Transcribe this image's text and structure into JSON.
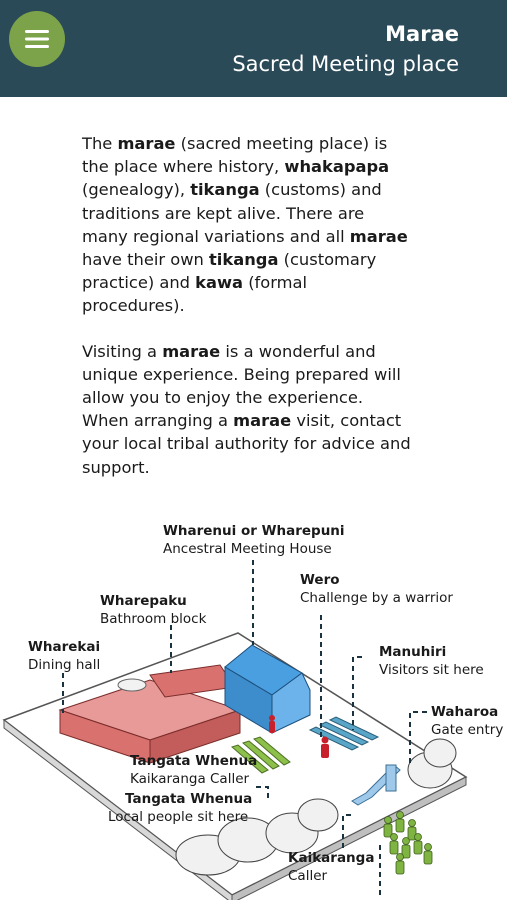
{
  "header": {
    "title": "Marae",
    "subtitle": "Sacred Meeting place",
    "menu_icon": "hamburger-menu-icon",
    "bg_color": "#2b4a58",
    "menu_color": "#7da34a"
  },
  "paragraphs": [
    [
      {
        "text": "The ",
        "bold": false
      },
      {
        "text": "marae",
        "bold": true
      },
      {
        "text": " (sacred meeting place) is the place where history, ",
        "bold": false
      },
      {
        "text": "whakapapa",
        "bold": true
      },
      {
        "text": " (genealogy), ",
        "bold": false
      },
      {
        "text": "tikanga",
        "bold": true
      },
      {
        "text": " (customs) and traditions are kept alive. There are many regional variations and all ",
        "bold": false
      },
      {
        "text": "marae",
        "bold": true
      },
      {
        "text": " have their own ",
        "bold": false
      },
      {
        "text": "tikanga",
        "bold": true
      },
      {
        "text": " (customary practice) and ",
        "bold": false
      },
      {
        "text": "kawa",
        "bold": true
      },
      {
        "text": " (formal procedures).",
        "bold": false
      }
    ],
    [
      {
        "text": "Visiting a ",
        "bold": false
      },
      {
        "text": "marae",
        "bold": true
      },
      {
        "text": " is a wonderful and unique experience. Being prepared will allow you to enjoy the experience. When arranging a ",
        "bold": false
      },
      {
        "text": "marae",
        "bold": true
      },
      {
        "text": " visit, contact your local tribal authority for advice and support.",
        "bold": false
      }
    ]
  ],
  "diagram": {
    "labels": {
      "wharenui_title": "Wharenui or Wharepuni",
      "wharenui_desc": "Ancestral Meeting House",
      "wero_title": "Wero",
      "wero_desc": "Challenge by a warrior",
      "wharepaku_title": "Wharepaku",
      "wharepaku_desc": "Bathroom block",
      "wharekai_title": "Wharekai",
      "wharekai_desc": "Dining hall",
      "manuhiri_title": "Manuhiri",
      "manuhiri_desc": "Visitors sit here",
      "waharoa_title": "Waharoa",
      "waharoa_desc": "Gate entry",
      "tw_caller_title": "Tangata Whenua",
      "tw_caller_desc": "Kaikaranga Caller",
      "tw_local_title": "Tangata Whenua",
      "tw_local_desc": "Local people sit here",
      "kaikaranga_title": "Kaikaranga",
      "kaikaranga_desc": "Caller"
    },
    "colors": {
      "wharekai": "#d9716f",
      "wharenui": "#4a9fe0",
      "seats_manuhiri": "#5aa6c8",
      "seats_whenua": "#8cc04a",
      "people_red": "#c8202a",
      "visitors_green": "#7fb342"
    }
  }
}
